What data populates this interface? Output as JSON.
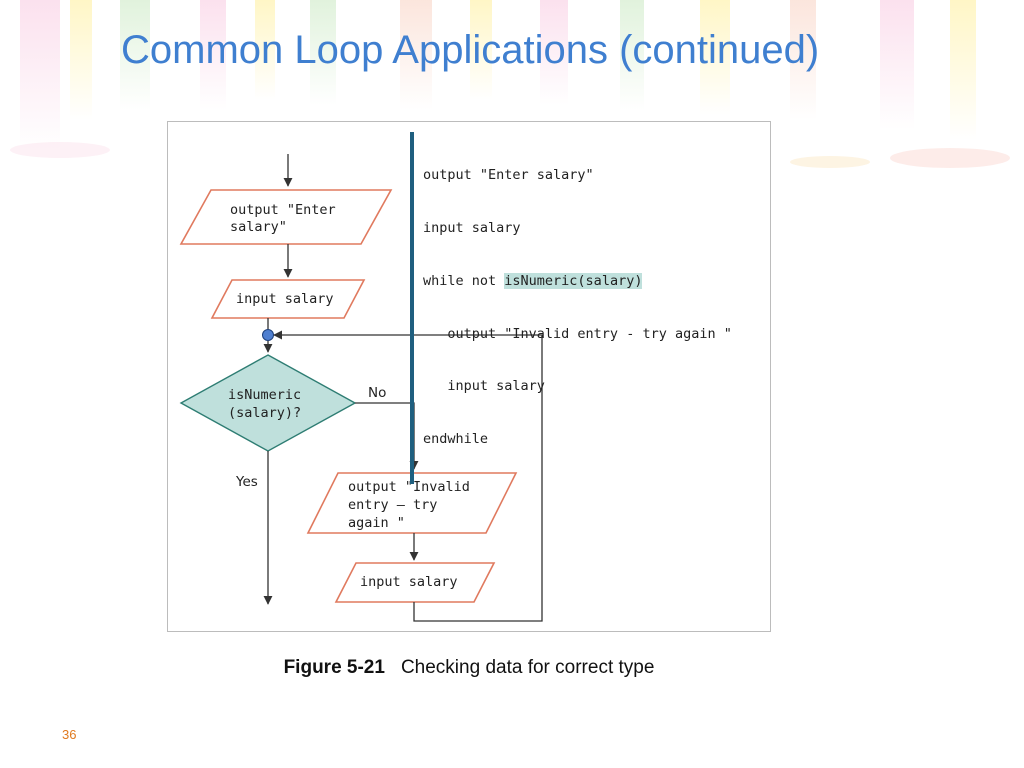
{
  "slide": {
    "title": "Common Loop Applications (continued)",
    "number": "36"
  },
  "figure": {
    "pseudocode": {
      "line1": "output \"Enter salary\"",
      "line2": "input salary",
      "line3_prefix": "while not ",
      "line3_highlight": "isNumeric(salary)",
      "line4": "   output \"Invalid entry - try again \"",
      "line5": "   input salary",
      "line6": "endwhile"
    },
    "flowchart": {
      "output_enter_line1": "output \"Enter",
      "output_enter_line2": "salary\"",
      "input_salary_top": "input salary",
      "decision_line1": "isNumeric",
      "decision_line2": "(salary)?",
      "no_label": "No",
      "yes_label": "Yes",
      "output_invalid_line1": "output \"Invalid",
      "output_invalid_line2": "entry – try",
      "output_invalid_line3": "again \"",
      "input_salary_bottom": "input salary"
    },
    "colors": {
      "io_stroke": "#e07a5f",
      "decision_fill": "#bfe0dc",
      "decision_stroke": "#2e7d73",
      "connector_fill": "#4f7fd0",
      "code_bar": "#1f5f7f"
    }
  },
  "caption": {
    "label": "Figure 5-21",
    "text": "Checking data for correct type"
  }
}
